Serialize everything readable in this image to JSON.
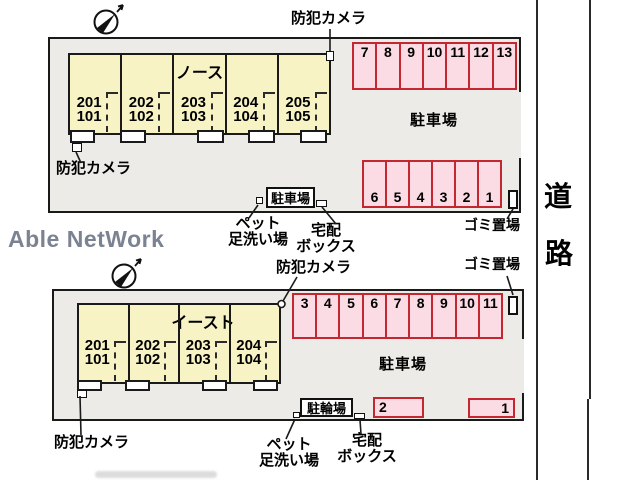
{
  "watermark": {
    "brand": "Able NetWork"
  },
  "road": {
    "char_top": "道",
    "char_bottom": "路"
  },
  "colors": {
    "site_fill": "#edebe7",
    "building_fill": "#f7f3c5",
    "parking_fill": "#fbdce4",
    "parking_border": "#c4272f",
    "watermark_gray": "#7b8392"
  },
  "north_block": {
    "building_name": "ノース",
    "units": [
      {
        "upper": "201",
        "lower": "101"
      },
      {
        "upper": "202",
        "lower": "102"
      },
      {
        "upper": "203",
        "lower": "103"
      },
      {
        "upper": "204",
        "lower": "104"
      },
      {
        "upper": "205",
        "lower": "105"
      }
    ],
    "parking_area_label": "駐車場",
    "parking_sign": "駐車場",
    "camera_top_label": "防犯カメラ",
    "camera_left_label": "防犯カメラ",
    "pet_wash_line1": "ペット",
    "pet_wash_line2": "足洗い場",
    "delivery_line1": "宅配",
    "delivery_line2": "ボックス",
    "garbage_label": "ゴミ置場",
    "spaces_row_top": [
      "7",
      "8",
      "9",
      "10",
      "11",
      "12",
      "13"
    ],
    "spaces_row_bottom": [
      "6",
      "5",
      "4",
      "3",
      "2",
      "1"
    ]
  },
  "east_block": {
    "building_name": "イースト",
    "units": [
      {
        "upper": "201",
        "lower": "101"
      },
      {
        "upper": "202",
        "lower": "102"
      },
      {
        "upper": "203",
        "lower": "103"
      },
      {
        "upper": "204",
        "lower": "104"
      }
    ],
    "parking_area_label": "駐車場",
    "bicycle_sign": "駐輪場",
    "camera_top_label": "防犯カメラ",
    "camera_left_label": "防犯カメラ",
    "pet_wash_line1": "ペット",
    "pet_wash_line2": "足洗い場",
    "delivery_line1": "宅配",
    "delivery_line2": "ボックス",
    "garbage_label": "ゴミ置場",
    "spaces_row_top": [
      "3",
      "4",
      "5",
      "6",
      "7",
      "8",
      "9",
      "10",
      "11"
    ],
    "wide_spaces": [
      "2",
      "1"
    ]
  }
}
